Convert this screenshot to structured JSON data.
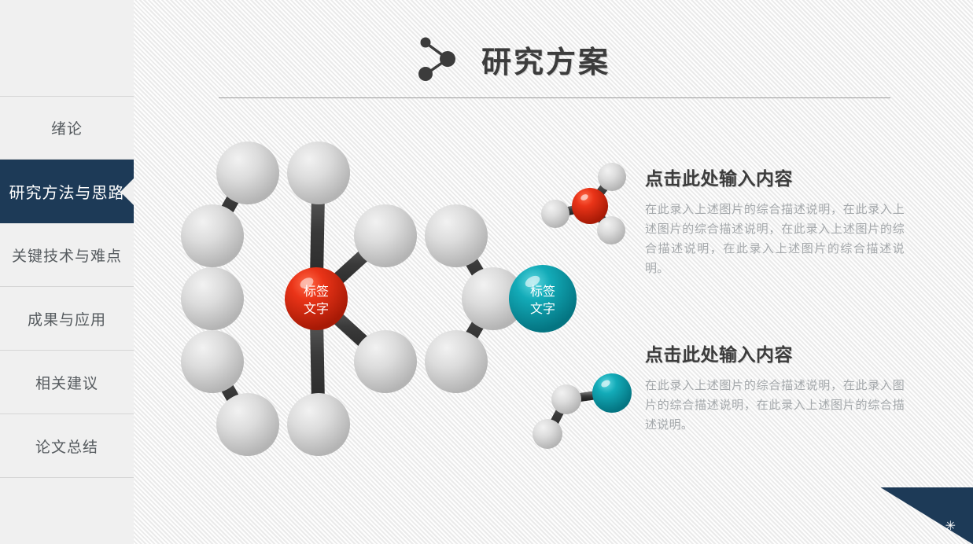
{
  "header": {
    "title": "研究方案",
    "icon": "molecule-node-icon"
  },
  "sidebar": {
    "items": [
      {
        "label": "绪论",
        "active": false
      },
      {
        "label": "研究方法与思路",
        "active": true
      },
      {
        "label": "关键技术与难点",
        "active": false
      },
      {
        "label": "成果与应用",
        "active": false
      },
      {
        "label": "相关建议",
        "active": false
      },
      {
        "label": "论文总结",
        "active": false
      }
    ]
  },
  "diagram": {
    "name": "molecule-diagram",
    "red_label": "标签\n文字",
    "red_label_line1": "标签",
    "red_label_line2": "文字",
    "teal_label_line1": "标签",
    "teal_label_line2": "文字"
  },
  "content_blocks": [
    {
      "heading": "点击此处输入内容",
      "body": "在此录入上述图片的综合描述说明，在此录入上述图片的综合描述说明，在此录入上述图片的综合描述说明，在此录入上述图片的综合描述说明。"
    },
    {
      "heading": "点击此处输入内容",
      "body": "在此录入上述图片的综合描述说明，在此录入图片的综合描述说明，在此录入上述图片的综合描述说明。"
    }
  ],
  "corner": {
    "mark": "✳"
  },
  "colors": {
    "navy": "#1d3a57",
    "red": "#e0301a",
    "teal": "#12a7b4",
    "sphere_gray": "#d0d0d0",
    "bond_gray": "#3f3f3f",
    "background": "#f7f7f7",
    "sidebar": "#f0f0f0",
    "body_text": "#a4a8ab",
    "heading_text": "#3c3c3c"
  }
}
